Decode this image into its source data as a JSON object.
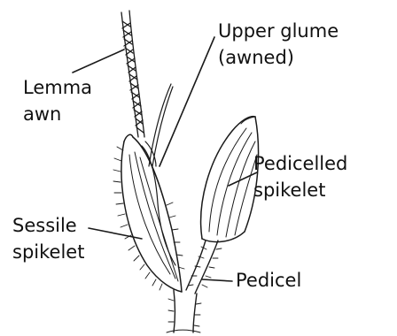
{
  "labels": {
    "lemma_awn_line1": "Lemma",
    "lemma_awn_line2": "awn",
    "upper_glume_line1": "Upper glume",
    "upper_glume_line2": "(awned)",
    "pedicelled_line1": "Pedicelled",
    "pedicelled_line2": "spikelet",
    "sessile_line1": "Sessile",
    "sessile_line2": "spikelet",
    "pedicel": "Pedicel"
  },
  "colors": {
    "ink": "#1a1a1a",
    "text": "#111111"
  }
}
